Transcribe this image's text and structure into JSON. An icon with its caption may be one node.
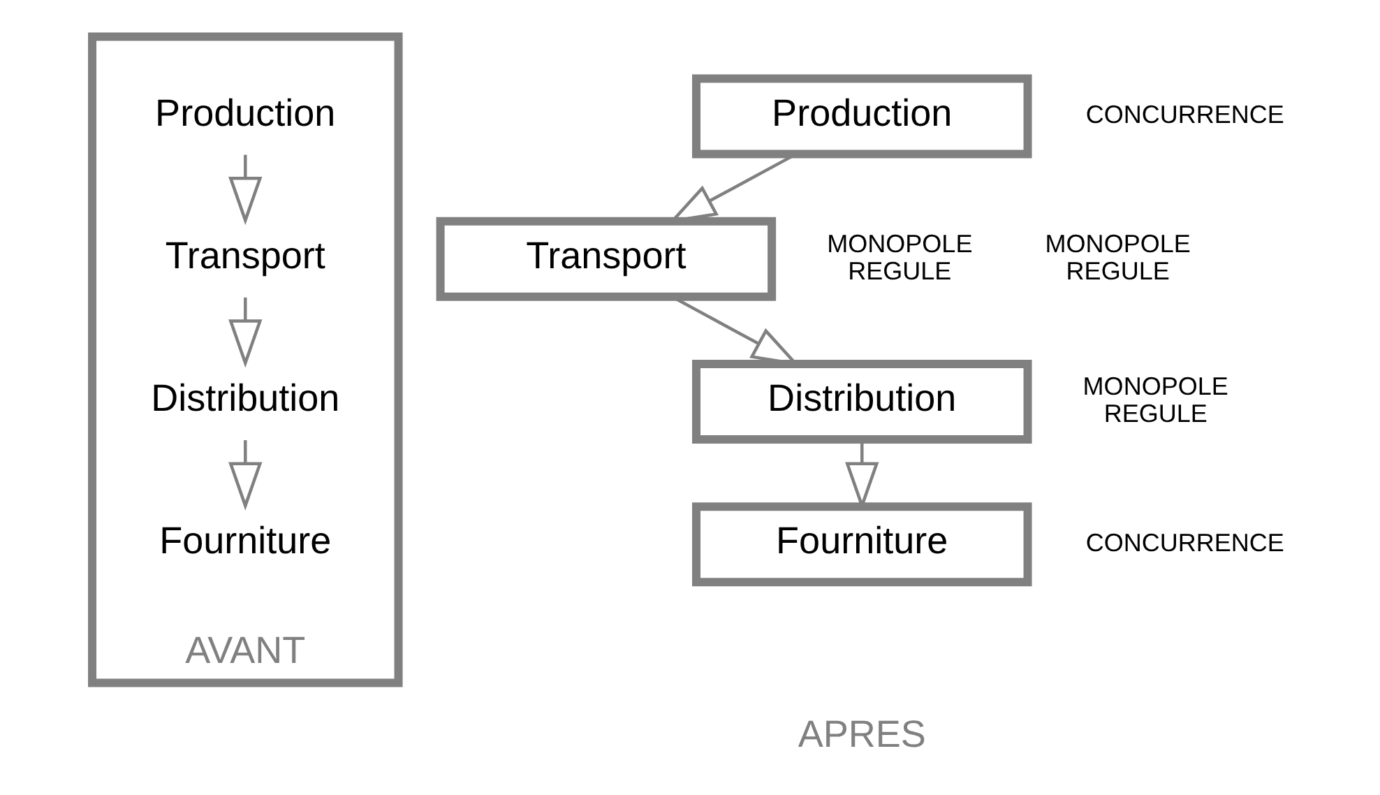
{
  "diagram": {
    "nodes": [
      {
        "text": [
          "AVANT"
        ]
      },
      {
        "text": [
          "Production"
        ],
        "in": 0
      },
      {
        "text": [
          "Transport"
        ],
        "in": 0
      },
      {
        "text": [
          "Distribution"
        ],
        "in": 0
      },
      {
        "text": [
          "Fourniture"
        ],
        "in": 0
      },
      {
        "text": [
          "Production"
        ],
        "beside": [
          "CONCURRENCE"
        ]
      },
      {
        "text": [
          "Transport"
        ],
        "beside": [
          "MONOPOLE REGULE"
        ]
      },
      {
        "text": [
          "Distribution"
        ],
        "beside": [
          "MONOPOLE REGULE"
        ]
      },
      {
        "text": [
          "Fourniture"
        ],
        "beside": [
          "CONCURRENCE"
        ]
      }
    ],
    "edges": [
      {
        "from": 1,
        "to": 2,
        "arrow": "to"
      },
      {
        "from": 2,
        "to": 3,
        "arrow": "to"
      },
      {
        "from": 3,
        "to": 4,
        "arrow": "to"
      },
      {
        "from": 5,
        "to": 6,
        "arrow": "to"
      },
      {
        "from": 6,
        "to": 7,
        "arrow": "to"
      },
      {
        "from": 7,
        "to": 8,
        "arrow": "to"
      }
    ],
    "labels": [
      "MONOPOLE REGULE",
      "APRES"
    ]
  }
}
